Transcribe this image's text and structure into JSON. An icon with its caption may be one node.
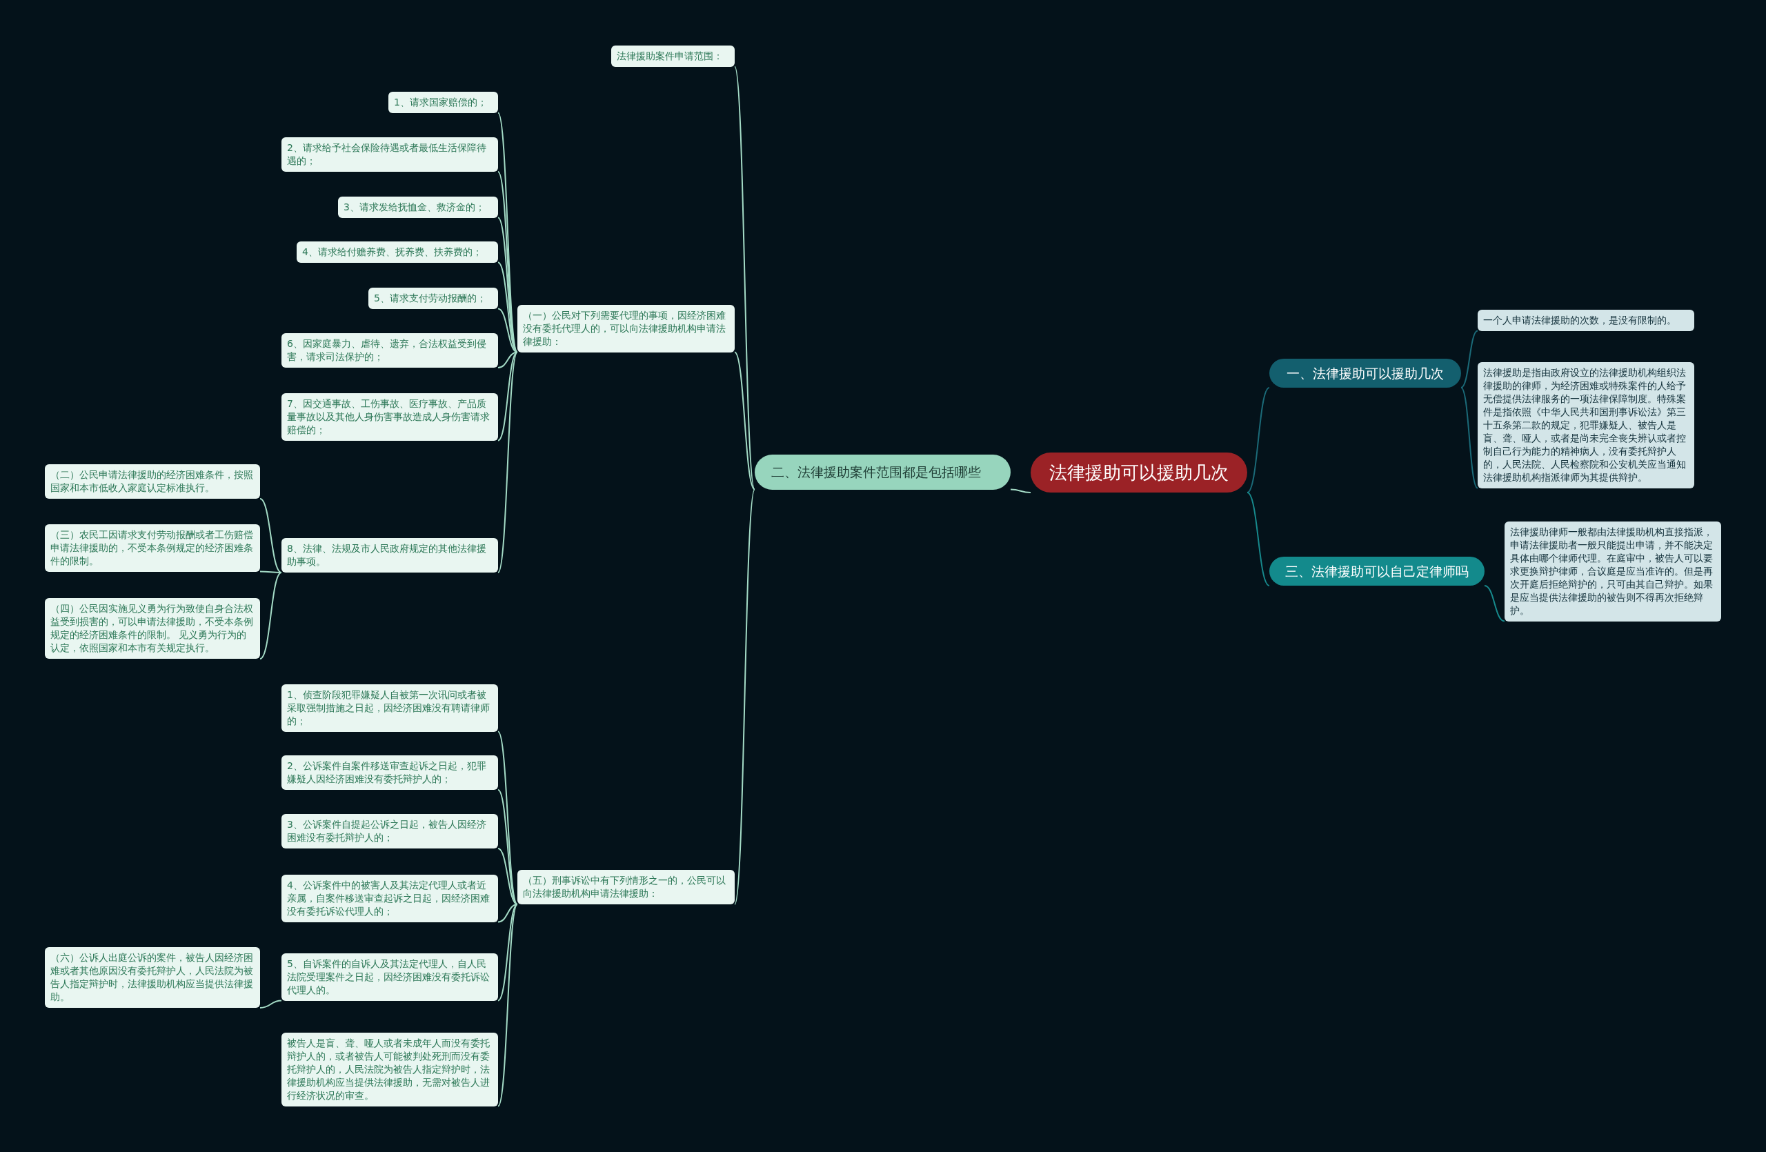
{
  "diagram": {
    "nodes": [
      {
        "text": [
          "法律援助可以援助几次"
        ]
      },
      {
        "text": [
          "一、法律援助可以援助几次"
        ]
      },
      {
        "text": [
          "一个人申请法律援助的次数，是没有限制的。"
        ]
      },
      {
        "text": [
          "法律援助是指由政府设立的法律援助机构组织法律援助的律师，为经济困难或特殊案件的人给予无偿提供法律服务的一项法律保障制度。特殊案件是指依照《中华人民共和国刑事诉讼法》第三十五条第二款的规定，犯罪嫌疑人、被告人是盲、聋、哑人，或者是尚未完全丧失辨认或者控制自己行为能力的精神病人，没有委托辩护人的，人民法院、人民检察院和公安机关应当通知法律援助机构指派律师为其提供辩护。"
        ]
      },
      {
        "text": [
          "三、法律援助可以自己定律师吗"
        ]
      },
      {
        "text": [
          "法律援助律师一般都由法律援助机构直接指派，申请法律援助者一般只能提出申请，并不能决定具体由哪个律师代理。在庭审中，被告人可以要求更换辩护律师，合议庭是应当准许的。但是再次开庭后拒绝辩护的，只可由其自己辩护。如果是应当提供法律援助的被告则不得再次拒绝辩护。"
        ]
      },
      {
        "text": [
          "二、法律援助案件范围都是包括哪些"
        ]
      },
      {
        "text": [
          "法律援助案件申请范围："
        ]
      },
      {
        "text": [
          "（一）公民对下列需要代理的事项，因经济困难没有委托代理人的，可以向法律援助机构申请法律援助："
        ]
      },
      {
        "text": [
          "1、请求国家赔偿的；"
        ]
      },
      {
        "text": [
          "2、请求给予社会保险待遇或者最低生活保障待遇的；"
        ]
      },
      {
        "text": [
          "3、请求发给抚恤金、救济金的；"
        ]
      },
      {
        "text": [
          "4、请求给付赡养费、抚养费、扶养费的；"
        ]
      },
      {
        "text": [
          "5、请求支付劳动报酬的；"
        ]
      },
      {
        "text": [
          "6、因家庭暴力、虐待、遗弃，合法权益受到侵害，请求司法保护的；"
        ]
      },
      {
        "text": [
          "7、因交通事故、工伤事故、医疗事故、产品质量事故以及其他人身伤害事故造成人身伤害请求赔偿的；"
        ]
      },
      {
        "text": [
          "8、法律、法规及市人民政府规定的其他法律援助事项。"
        ]
      },
      {
        "text": [
          "（二）公民申请法律援助的经济困难条件，按照国家和本市低收入家庭认定标准执行。"
        ]
      },
      {
        "text": [
          "（三）农民工因请求支付劳动报酬或者工伤赔偿申请法律援助的，不受本条例规定的经济困难条件的限制。"
        ]
      },
      {
        "text": [
          "（四）公民因实施见义勇为行为致使自身合法权益受到损害的，可以申请法律援助，不受本条例规定的经济困难条件的限制。 见义勇为行为的认定，依照国家和本市有关规定执行。"
        ]
      },
      {
        "text": [
          "（五）刑事诉讼中有下列情形之一的，公民可以向法律援助机构申请法律援助："
        ]
      },
      {
        "text": [
          "1、侦查阶段犯罪嫌疑人自被第一次讯问或者被采取强制措施之日起，因经济困难没有聘请律师的；"
        ]
      },
      {
        "text": [
          "2、公诉案件自案件移送审查起诉之日起，犯罪嫌疑人因经济困难没有委托辩护人的；"
        ]
      },
      {
        "text": [
          "3、公诉案件自提起公诉之日起，被告人因经济困难没有委托辩护人的；"
        ]
      },
      {
        "text": [
          "4、公诉案件中的被害人及其法定代理人或者近亲属，自案件移送审查起诉之日起，因经济困难没有委托诉讼代理人的；"
        ]
      },
      {
        "text": [
          "5、自诉案件的自诉人及其法定代理人，自人民法院受理案件之日起，因经济困难没有委托诉讼代理人的。"
        ]
      },
      {
        "text": [
          "被告人是盲、聋、哑人或者未成年人而没有委托辩护人的，或者被告人可能被判处死刑而没有委托辩护人的，人民法院为被告人指定辩护时，法律援助机构应当提供法律援助，无需对被告人进行经济状况的审查。"
        ]
      },
      {
        "text": [
          "（六）公诉人出庭公诉的案件，被告人因经济困难或者其他原因没有委托辩护人，人民法院为被告人指定辩护时，法律援助机构应当提供法律援助。"
        ]
      }
    ],
    "edges": [
      {
        "from": 0,
        "to": 1,
        "arrow": "none",
        "color": "#1b6a78"
      },
      {
        "from": 1,
        "to": 2,
        "arrow": "none",
        "color": "#1b6a78"
      },
      {
        "from": 1,
        "to": 3,
        "arrow": "none",
        "color": "#1b6a78"
      },
      {
        "from": 0,
        "to": 4,
        "arrow": "none",
        "color": "#17898c"
      },
      {
        "from": 4,
        "to": 5,
        "arrow": "none",
        "color": "#17898c"
      },
      {
        "from": 0,
        "to": 6,
        "arrow": "none"
      },
      {
        "from": 6,
        "to": 7,
        "arrow": "none"
      },
      {
        "from": 6,
        "to": 8,
        "arrow": "none"
      },
      {
        "from": 8,
        "to": 9,
        "arrow": "none"
      },
      {
        "from": 8,
        "to": 10,
        "arrow": "none"
      },
      {
        "from": 8,
        "to": 11,
        "arrow": "none"
      },
      {
        "from": 8,
        "to": 12,
        "arrow": "none"
      },
      {
        "from": 8,
        "to": 13,
        "arrow": "none"
      },
      {
        "from": 8,
        "to": 14,
        "arrow": "none"
      },
      {
        "from": 8,
        "to": 15,
        "arrow": "none"
      },
      {
        "from": 8,
        "to": 16,
        "arrow": "none"
      },
      {
        "from": 16,
        "to": 17,
        "arrow": "none"
      },
      {
        "from": 16,
        "to": 18,
        "arrow": "none"
      },
      {
        "from": 16,
        "to": 19,
        "arrow": "none"
      },
      {
        "from": 6,
        "to": 20,
        "arrow": "none"
      },
      {
        "from": 20,
        "to": 21,
        "arrow": "none"
      },
      {
        "from": 20,
        "to": 22,
        "arrow": "none"
      },
      {
        "from": 20,
        "to": 23,
        "arrow": "none"
      },
      {
        "from": 20,
        "to": 24,
        "arrow": "none"
      },
      {
        "from": 20,
        "to": 25,
        "arrow": "none"
      },
      {
        "from": 20,
        "to": 26,
        "arrow": "none"
      },
      {
        "from": 25,
        "to": 27,
        "arrow": "none"
      }
    ]
  }
}
